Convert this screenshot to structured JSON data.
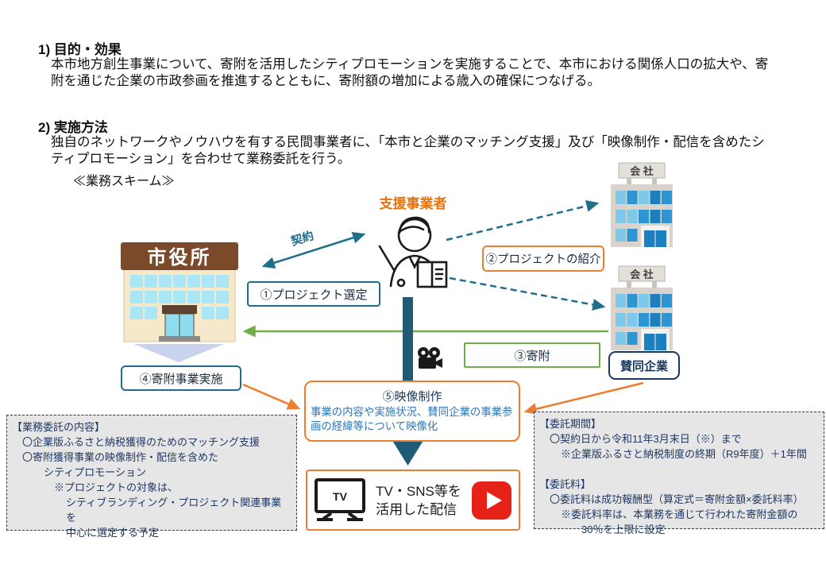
{
  "sections": {
    "purpose": {
      "heading": "1) 目的・効果",
      "body": "本市地方創生事業について、寄附を活用したシティプロモーションを実施することで、本市における関係人口の拡大や、寄附を通じた企業の市政参画を推進するとともに、寄附額の増加による歳入の確保につなげる。"
    },
    "method": {
      "heading": "2) 実施方法",
      "body": "独自のネットワークやノウハウを有する民間事業者に、「本市と企業のマッチング支援」及び「映像制作・配信を含めたシティプロモーション」を合わせて業務委託を行う。"
    },
    "scheme_label": "≪業務スキーム≫"
  },
  "diagram": {
    "support_operator": "支援事業者",
    "city_hall_sign": "市役所",
    "company_sign": "会 社",
    "supporting_company": "賛同企業",
    "contract_label": "契約",
    "steps": {
      "step1": "①プロジェクト選定",
      "step2": "②プロジェクトの紹介",
      "step3": "③寄附",
      "step4": "④寄附事業実施",
      "step5_title": "⑤映像制作",
      "step5_body": "事業の内容や実施状況、賛同企業の事業参画の経緯等について映像化"
    },
    "tv_screen_label": "TV",
    "broadcast": {
      "line1": "TV・SNS等を",
      "line2": "活用した配信"
    }
  },
  "notes": {
    "outsourcing_content": {
      "lines": [
        "【業務委託の内容】",
        "〇企業版ふるさと納税獲得のためのマッチング支援",
        "〇寄附獲得事業の映像制作・配信を含めた",
        "シティプロモーション",
        "※プロジェクトの対象は、",
        "シティブランディング・プロジェクト関連事業を",
        "中心に選定する予定"
      ]
    },
    "period_and_fee": {
      "period_title": "【委託期間】",
      "period_lines": [
        "〇契約日から令和11年3月末日（※）まで",
        "※企業版ふるさと納税制度の終期（R9年度）＋1年間"
      ],
      "fee_title": "【委託料】",
      "fee_lines": [
        "〇委託料は成功報酬型（算定式＝寄附金額×委託料率）",
        "※委託料率は、本業務を通じて行われた寄附金額の",
        "30％を上限に設定"
      ]
    }
  },
  "colors": {
    "accent_orange": "#ED7D31",
    "operator_orange": "#E8730C",
    "accent_teal": "#1F6E8C",
    "bar_teal": "#1E5B76",
    "accent_green": "#70AD47",
    "navy_text": "#1F3864",
    "step5_body_blue": "#2E75B6",
    "youtube_red": "#E62117",
    "note_bg": "#E7E6E6"
  }
}
